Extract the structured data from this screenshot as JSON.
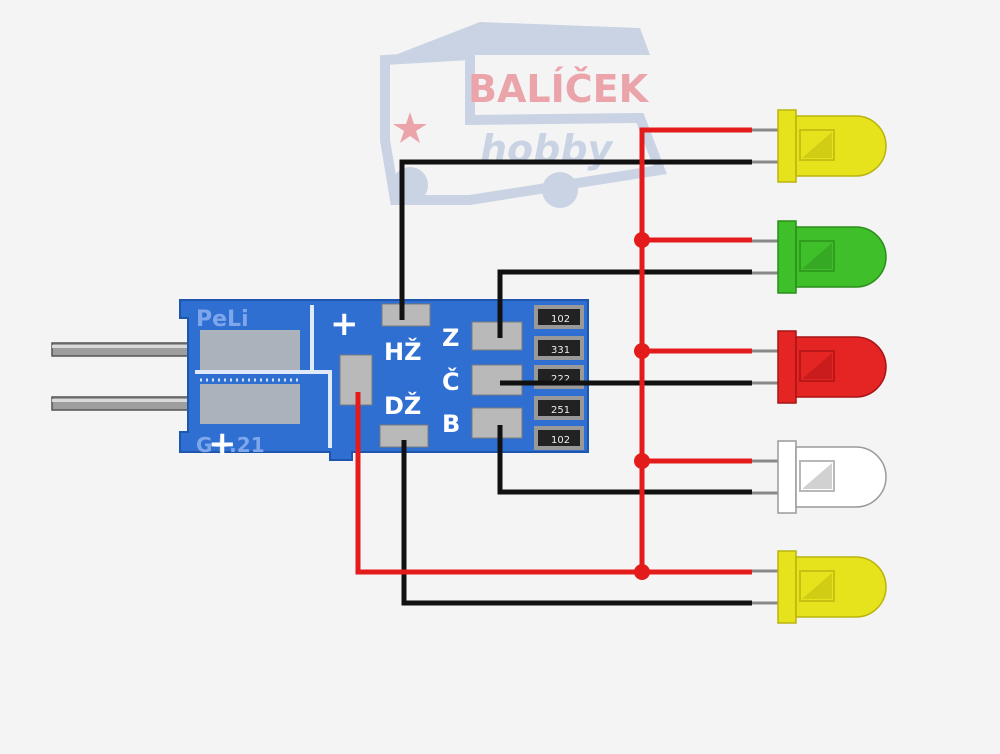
{
  "watermark": {
    "brand": "BALÍČEK",
    "sub": "hobby"
  },
  "board": {
    "silkscreen_top": "PeLi",
    "silkscreen_bottom": "G+.21",
    "plus_top": "+",
    "plus_bottom": "+",
    "labels": {
      "hz": "HŽ",
      "dz": "DŽ",
      "z": "Z",
      "c": "Č",
      "b": "B"
    },
    "resistor_codes": [
      "102",
      "331",
      "222",
      "251",
      "102"
    ]
  },
  "leds": [
    {
      "color_name": "yellow",
      "fill": "#e6e21c",
      "dark": "#b9b40e"
    },
    {
      "color_name": "green",
      "fill": "#3fbf2a",
      "dark": "#2a8f1a"
    },
    {
      "color_name": "red",
      "fill": "#e52424",
      "dark": "#a81414"
    },
    {
      "color_name": "white",
      "fill": "#ffffff",
      "dark": "#9a9a9a"
    },
    {
      "color_name": "yellow",
      "fill": "#e6e21c",
      "dark": "#b9b40e"
    }
  ],
  "wires": {
    "positive_color": "#e41b1b",
    "negative_color": "#111111"
  },
  "colors": {
    "pcb": "#2f6fd1",
    "pcb_edge": "#1e56ad",
    "silk": "#ffffff",
    "pad": "#b9b9b9",
    "watermark_red": "#e3646e",
    "watermark_blue": "#a7b9d8"
  }
}
